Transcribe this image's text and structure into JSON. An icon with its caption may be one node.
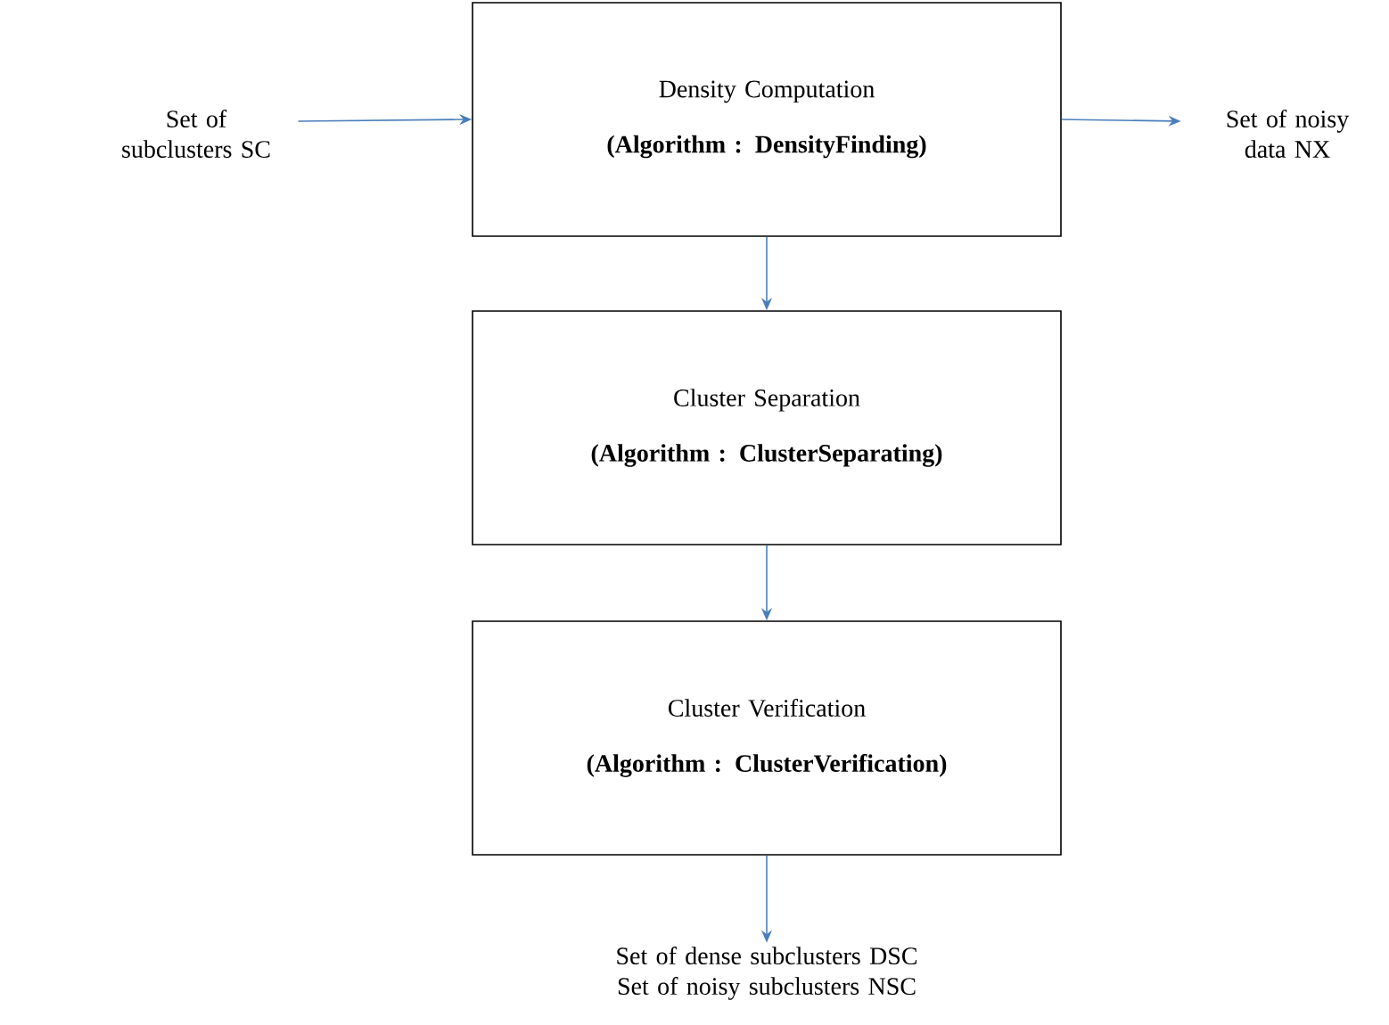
{
  "diagram": {
    "nodes": [
      {
        "text": [
          "Set of subclusters SC"
        ]
      },
      {
        "text": [
          "Density Computation",
          "(Algorithm : DensityFinding)"
        ]
      },
      {
        "text": [
          "Set of noisy data NX"
        ]
      },
      {
        "text": [
          "Cluster Separation",
          "(Algorithm : ClusterSeparating)"
        ]
      },
      {
        "text": [
          "Cluster Verification",
          "(Algorithm : ClusterVerification)"
        ]
      },
      {
        "text": [
          "Set of dense subclusters DSC",
          "Set of noisy subclusters NSC"
        ]
      }
    ],
    "edges": [
      {
        "from": 0,
        "to": 1,
        "arrow": "to",
        "color": "#4a7ebb"
      },
      {
        "from": 1,
        "to": 2,
        "arrow": "to",
        "color": "#4a7ebb"
      },
      {
        "from": 1,
        "to": 3,
        "arrow": "to",
        "color": "#4a7ebb"
      },
      {
        "from": 3,
        "to": 4,
        "arrow": "to",
        "color": "#4a7ebb"
      },
      {
        "from": 4,
        "to": 5,
        "arrow": "to",
        "color": "#4a7ebb"
      }
    ]
  }
}
